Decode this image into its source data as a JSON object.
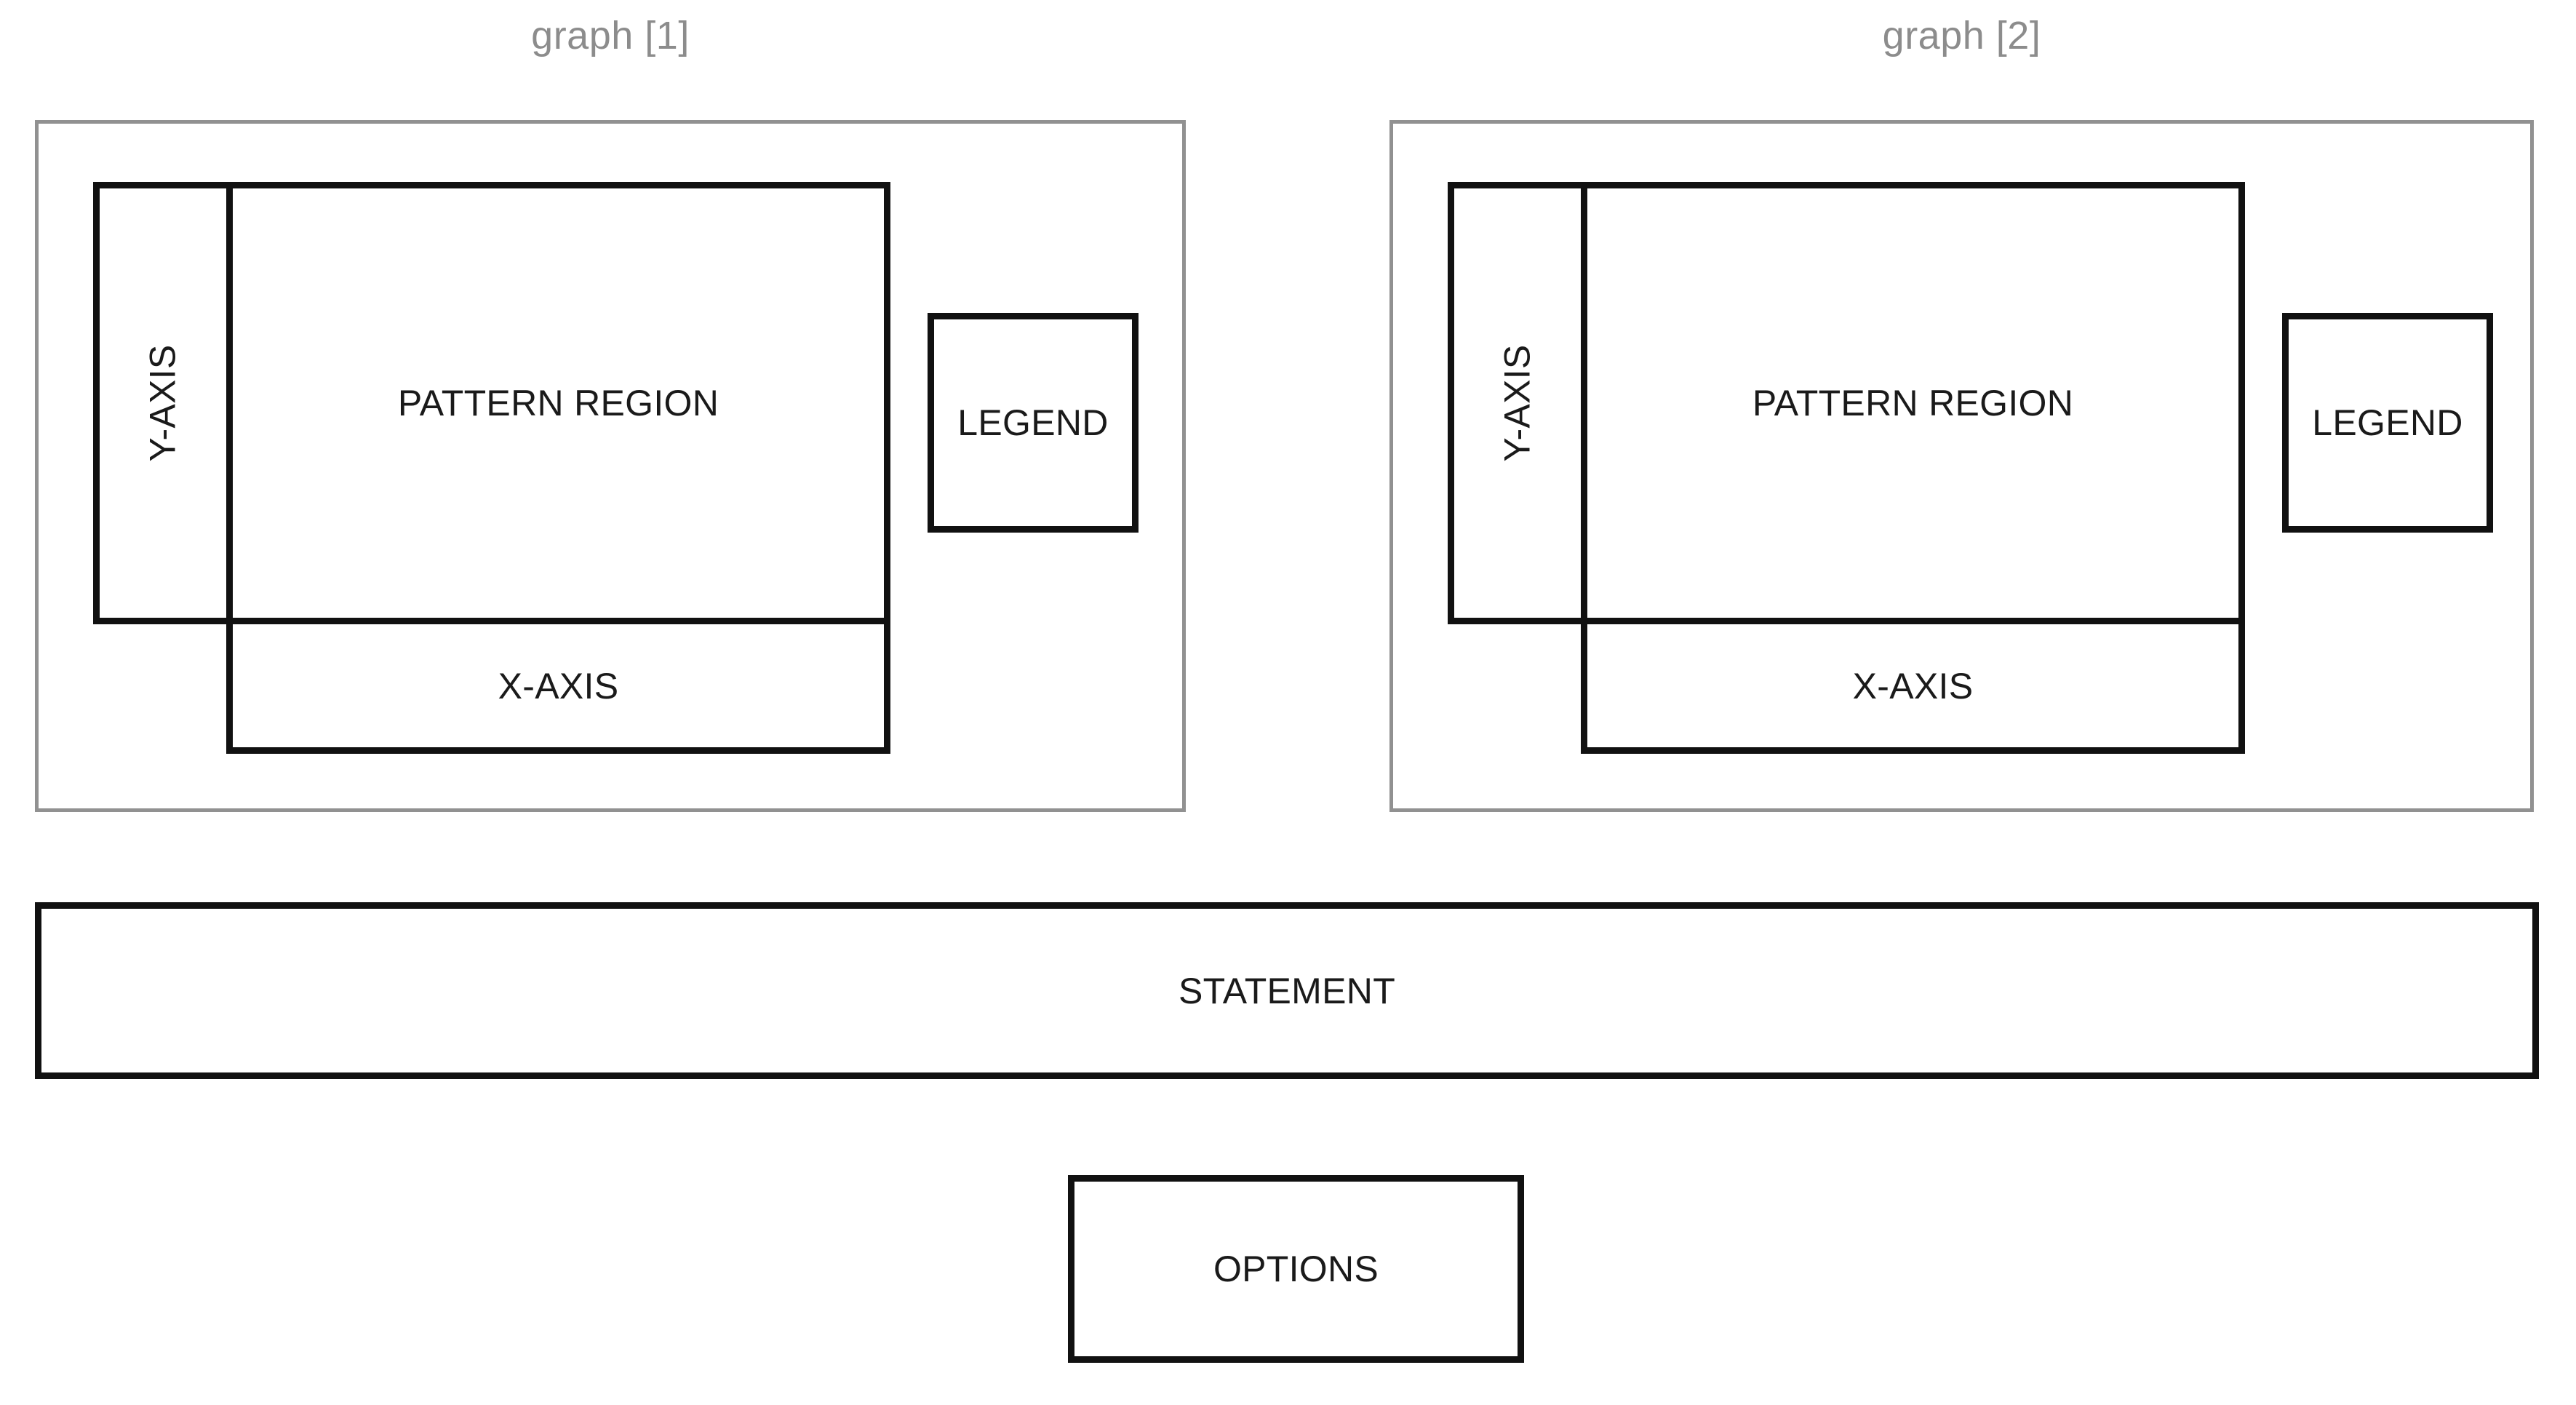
{
  "page": {
    "background_color": "#ffffff",
    "panel_border_color": "#919191",
    "box_border_color": "#111111",
    "title_color": "#8c8c8c",
    "label_color": "#1a1a1a"
  },
  "graphs": [
    {
      "title": "graph [1]",
      "y_axis_label": "Y-AXIS",
      "pattern_region_label": "PATTERN REGION",
      "x_axis_label": "X-AXIS",
      "legend_label": "LEGEND"
    },
    {
      "title": "graph [2]",
      "y_axis_label": "Y-AXIS",
      "pattern_region_label": "PATTERN REGION",
      "x_axis_label": "X-AXIS",
      "legend_label": "LEGEND"
    }
  ],
  "statement": {
    "label": "STATEMENT"
  },
  "options": {
    "label": "OPTIONS"
  }
}
